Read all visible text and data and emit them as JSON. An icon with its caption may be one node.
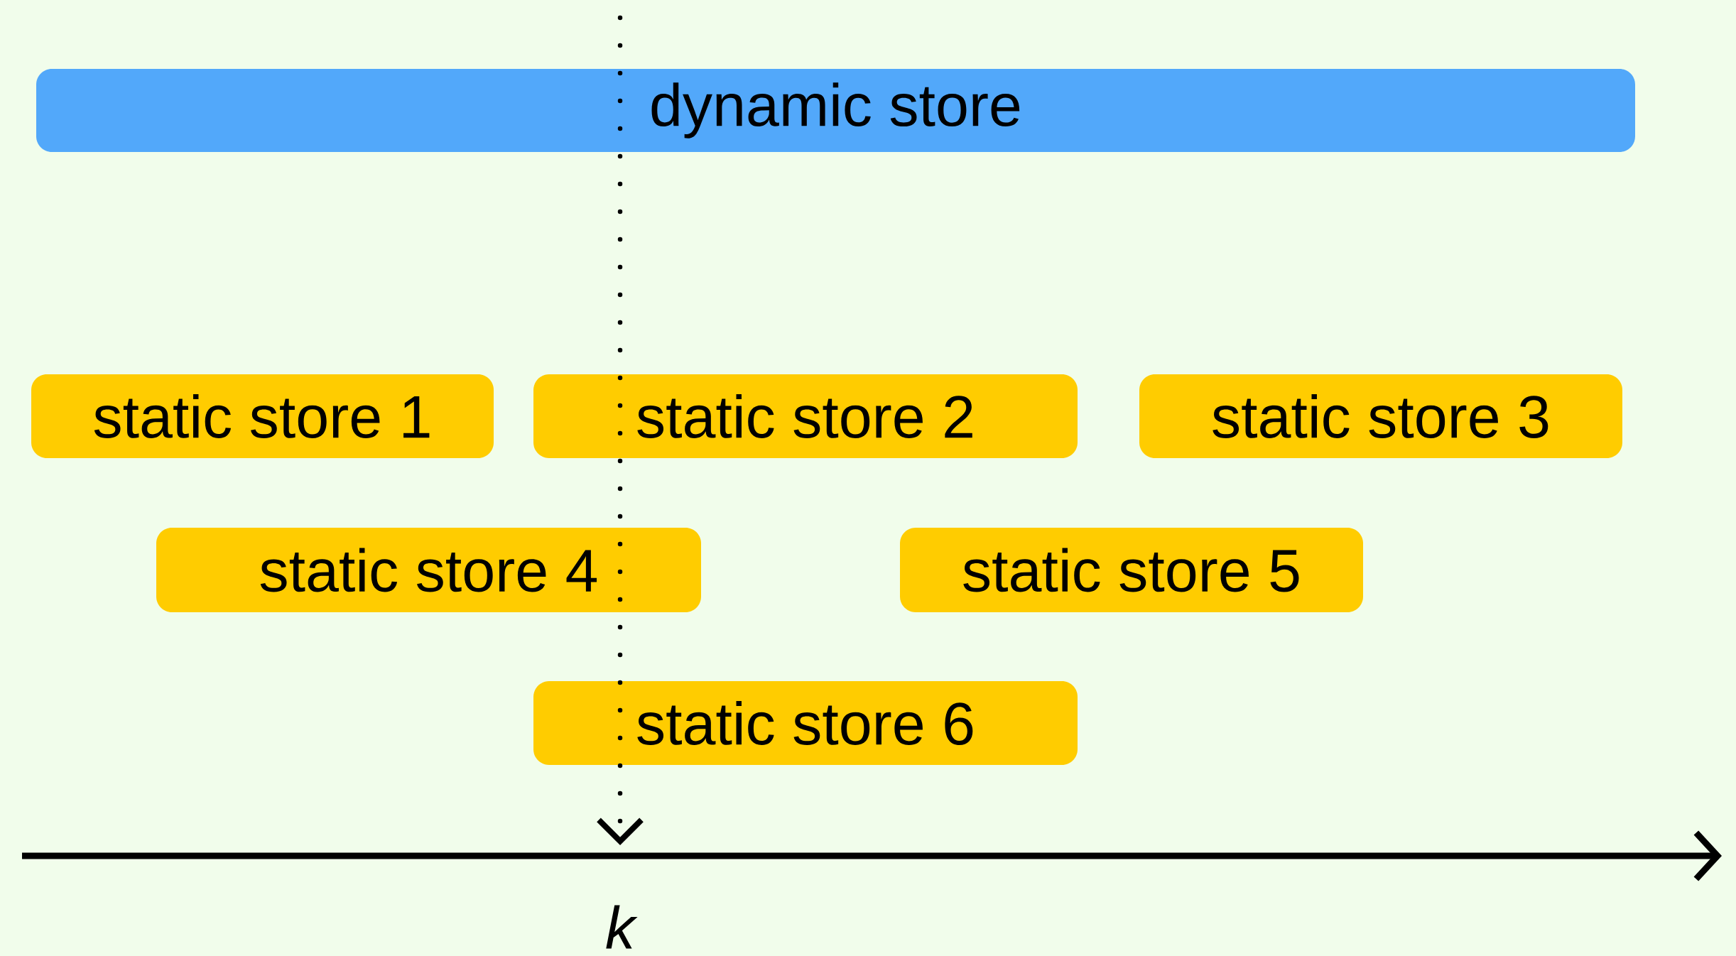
{
  "diagram": {
    "nodes": [
      {
        "text": [
          "dynamic store"
        ]
      },
      {
        "text": [
          "static store 1"
        ]
      },
      {
        "text": [
          "static store 2"
        ]
      },
      {
        "text": [
          "static store 3"
        ]
      },
      {
        "text": [
          "static store 4"
        ]
      },
      {
        "text": [
          "static store 5"
        ]
      },
      {
        "text": [
          "static store 6"
        ]
      }
    ],
    "labels": [
      "k"
    ]
  }
}
